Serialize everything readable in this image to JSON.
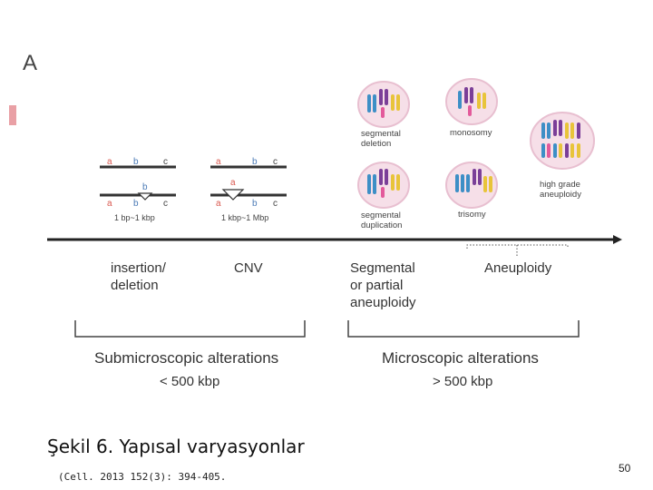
{
  "panel_letter": "A",
  "indel": {
    "label_a_top": "a",
    "label_b_top": "b",
    "label_c_top": "c",
    "label_a_bot": "a",
    "label_b_bot": "b",
    "label_c_bot": "c",
    "insert_letter": "b",
    "size": "1 bp~1 kbp"
  },
  "cnv_panel": {
    "label_a_top": "a",
    "label_b_top": "b",
    "label_c_top": "c",
    "insert_letter": "a",
    "label_a_bot": "a",
    "label_b_bot": "b",
    "label_c_bot": "c",
    "size": "1 kbp~1 Mbp"
  },
  "cells": {
    "segmental_deletion": "segmental\ndeletion",
    "monosomy": "monosomy",
    "segmental_duplication": "segmental\nduplication",
    "trisomy": "trisomy",
    "high_grade_aneuploidy": "high grade\naneuploidy"
  },
  "categories": {
    "insertion_deletion": "insertion/\ndeletion",
    "cnv": "CNV",
    "segmental": "Segmental\nor partial\naneuploidy",
    "aneuploidy": "Aneuploidy"
  },
  "groups": {
    "submicroscopic_title": "Submicroscopic alterations",
    "submicroscopic_size": "< 500 kbp",
    "microscopic_title": "Microscopic alterations",
    "microscopic_size": "> 500 kbp"
  },
  "caption": "Şekil 6. Yapısal varyasyonlar",
  "citation": "(Cell. 2013 152(3): 394-405.",
  "page_number": "50",
  "colors": {
    "cell_fill": "#f6dfe8",
    "cell_stroke": "#e8bfd0",
    "chrom_blue": "#3d8fc6",
    "chrom_purple": "#7b3f98",
    "chrom_yellow": "#e8c43a",
    "chrom_pink": "#e35a9b",
    "axis": "#222222"
  }
}
